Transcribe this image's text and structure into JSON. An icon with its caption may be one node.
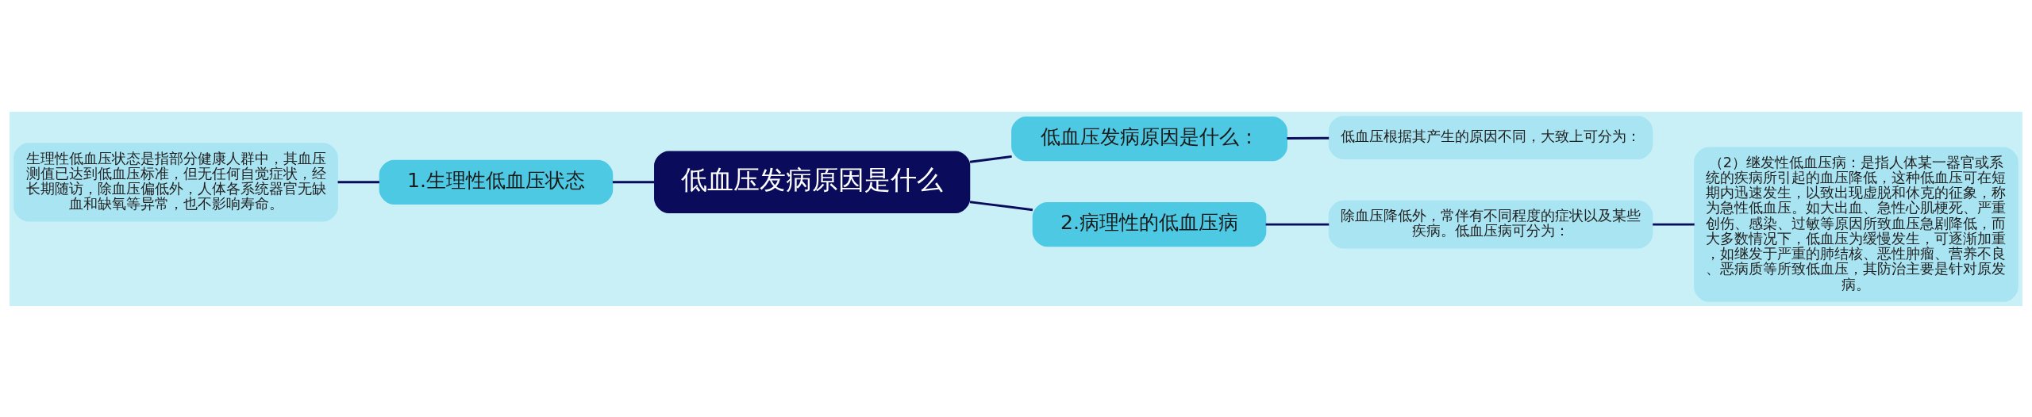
{
  "diagram": {
    "nodes": [
      {
        "text": [
          "低血压发病原因是什么"
        ]
      },
      {
        "text": [
          "低血压发病原因是什么："
        ]
      },
      {
        "text": [
          "低血压根据其产生的原因不同，大致上可分为："
        ]
      },
      {
        "text": [
          "1.生理性低血压状态"
        ]
      },
      {
        "text": [
          "生理性低血压状态是指部分健康人群中，其血压测值已达到低血压标准，但无任何自觉症状，经长期随访，除血压偏低外，人体各系统器官无缺血和缺氧等异常，也不影响寿命。"
        ]
      },
      {
        "text": [
          "2.病理性的低血压病"
        ]
      },
      {
        "text": [
          "除血压降低外，常伴有不同程度的症状以及某些疾病。低血压病可分为："
        ]
      },
      {
        "text": [
          "（2）继发性低血压病：是指人体某一器官或系统的疾病所引起的血压降低，这种低血压可在短期内迅速发生，以致出现虚脱和休克的征象，称为急性低血压。如大出血、急性心肌梗死、严重创伤、感染、过敏等原因所致血压急剧降低，而大多数情况下，低血压为缓慢发生，可逐渐加重，如继发于严重的肺结核、恶性肿瘤、营养不良、恶病质等所致低血压，其防治主要是针对原发病。"
        ]
      }
    ],
    "edges": [
      {
        "from": 0,
        "to": 1,
        "arrow": "none"
      },
      {
        "from": 1,
        "to": 2,
        "arrow": "none"
      },
      {
        "from": 0,
        "to": 3,
        "arrow": "none"
      },
      {
        "from": 3,
        "to": 4,
        "arrow": "none"
      },
      {
        "from": 0,
        "to": 5,
        "arrow": "none"
      },
      {
        "from": 5,
        "to": 6,
        "arrow": "none"
      },
      {
        "from": 6,
        "to": 7,
        "arrow": "none"
      }
    ]
  }
}
